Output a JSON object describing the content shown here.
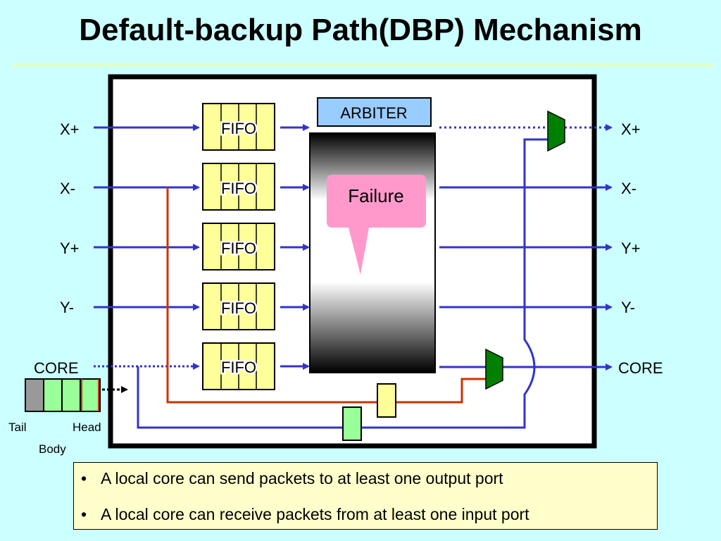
{
  "title": "Default-backup Path(DBP) Mechanism",
  "arbiter_label": "ARBITER",
  "failure_label": "Failure",
  "fifo_label": "FIFO",
  "input_ports": [
    "X+",
    "X-",
    "Y+",
    "Y-",
    "CORE"
  ],
  "output_ports": [
    "X+",
    "X-",
    "Y+",
    "Y-",
    "CORE"
  ],
  "packet": {
    "tail": "Tail",
    "head": "Head",
    "body": "Body"
  },
  "bullets": [
    "A local core can send packets to at least one output port",
    "A local core can receive packets from at least one input port"
  ],
  "colors": {
    "background": "#ccffff",
    "link": "#3333cc",
    "backup_path": "#cc3300",
    "fifo": "#ffff99",
    "arbiter": "#99ccff",
    "failure_callout": "#ff99cc",
    "mux": "#008000",
    "flit_tail": "#999999",
    "flit_body": "#99ff99",
    "bullet_box": "#ffffcc"
  }
}
